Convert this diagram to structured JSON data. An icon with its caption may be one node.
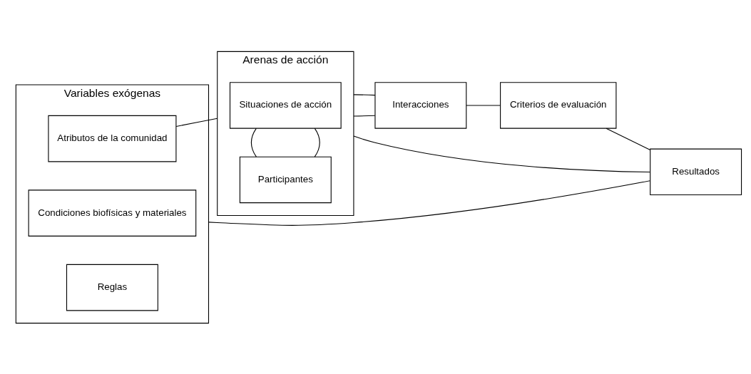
{
  "diagram": {
    "nodes": [
      {
        "text": [
          "Variables exógenas"
        ]
      },
      {
        "text": [
          "Condiciones biofísicas y materiales"
        ],
        "in": 0
      },
      {
        "text": [
          "Atributos de la comunidad"
        ],
        "in": 0
      },
      {
        "text": [
          "Reglas"
        ],
        "in": 0
      },
      {
        "text": [
          "Arenas de acción"
        ]
      },
      {
        "text": [
          "Situaciones de acción"
        ],
        "in": 4
      },
      {
        "text": [
          "Participantes"
        ],
        "in": 4
      },
      {
        "text": [
          "Interacciones"
        ]
      },
      {
        "text": [
          "Criterios de evaluación"
        ]
      },
      {
        "text": [
          "Resultados"
        ]
      }
    ],
    "edges": [
      {
        "from": 2,
        "to": 4,
        "arrow": "none"
      },
      {
        "from": 5,
        "to": 6,
        "arrow": "none"
      },
      {
        "from": 5,
        "to": 6,
        "arrow": "none"
      },
      {
        "from": 4,
        "to": 7,
        "arrow": "none"
      },
      {
        "from": 4,
        "to": 7,
        "arrow": "none"
      },
      {
        "from": 7,
        "to": 8,
        "arrow": "none"
      },
      {
        "from": 8,
        "to": 9,
        "arrow": "none"
      },
      {
        "from": 9,
        "to": 0,
        "arrow": "none"
      },
      {
        "from": 9,
        "to": 4,
        "arrow": "none"
      }
    ]
  }
}
